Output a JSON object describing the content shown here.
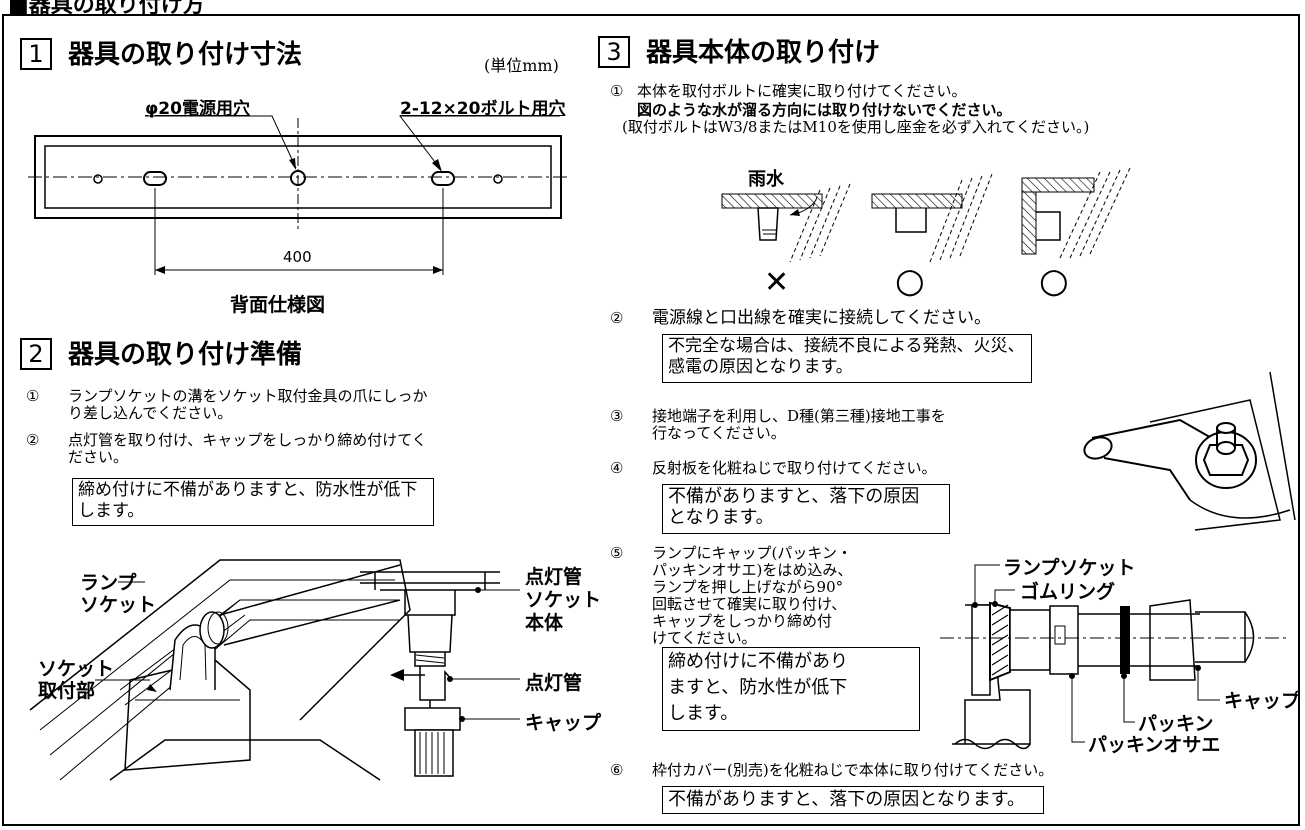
{
  "header": {
    "cut_title": "■器具の取り付け方"
  },
  "section1": {
    "num": "1",
    "title": "器具の取り付け寸法",
    "unit": "(単位mm)",
    "label_power_hole": "φ20電源用穴",
    "label_bolt_hole": "2-12×20ボルト用穴",
    "dimension": "400",
    "caption": "背面仕様図"
  },
  "section2": {
    "num": "2",
    "title": "器具の取り付け準備",
    "step1_num": "①",
    "step1_text": "ランプソケットの溝をソケット取付金具の爪にしっか\nり差し込んでください。",
    "step2_num": "②",
    "step2_text": "点灯管を取り付け、キャップをしっかり締め付けてく\nださい。",
    "warning": "締め付けに不備がありますと、防水性が低下\nします。",
    "label_lamp_socket": "ランプ\nソケット",
    "label_socket_mount": "ソケット\n取付部",
    "label_starter_socket_body": "点灯管\nソケット\n本体",
    "label_starter": "点灯管",
    "label_cap": "キャップ"
  },
  "section3": {
    "num": "3",
    "title": "器具本体の取り付け",
    "step1_num": "①",
    "step1_line1": "本体を取付ボルトに確実に取り付けてください。",
    "step1_line2": "図のような水が溜る方向には取り付けないでください。",
    "step1_line3": "(取付ボルトはW3/8またはM10を使用し座金を必ず入れてください。)",
    "rain_label": "雨水",
    "mark_ng": "✕",
    "mark_ok1": "○",
    "mark_ok2": "○",
    "step2_num": "②",
    "step2_text": "電源線と口出線を確実に接続してください。",
    "step2_warning": "不完全な場合は、接続不良による発熱、火災、\n感電の原因となります。",
    "step3_num": "③",
    "step3_text": "接地端子を利用し、D種(第三種)接地工事を\n行なってください。",
    "step4_num": "④",
    "step4_text": "反射板を化粧ねじで取り付けてください。",
    "step4_warning": "不備がありますと、落下の原因\nとなります。",
    "step5_num": "⑤",
    "step5_text": "ランプにキャップ(パッキン・\nパッキンオサエ)をはめ込み、\nランプを押し上げながら90°\n回転させて確実に取り付け、\nキャップをしっかり締め付\nけてください。",
    "step5_warning": "締め付けに不備があり\nますと、防水性が低下\nします。",
    "label_lamp_socket": "ランプソケット",
    "label_rubber_ring": "ゴムリング",
    "label_cap": "キャップ",
    "label_packing": "パッキン",
    "label_packing_holder": "パッキンオサエ",
    "step6_num": "⑥",
    "step6_text": "枠付カバー(別売)を化粧ねじで本体に取り付けてください。",
    "step6_warning": "不備がありますと、落下の原因となります。"
  }
}
